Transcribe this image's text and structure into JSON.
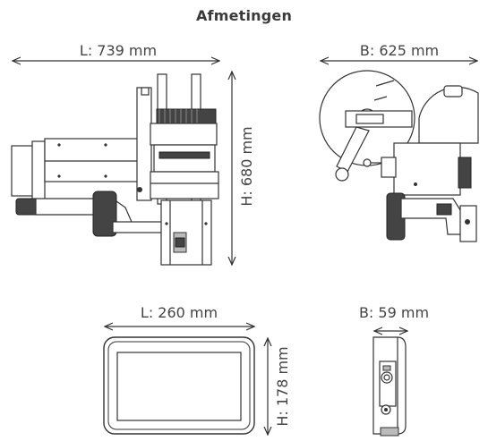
{
  "title": "Afmetingen",
  "dimensions": {
    "machine_length": "L: 739 mm",
    "machine_width": "B: 625 mm",
    "machine_height": "H: 680 mm",
    "display_length": "L: 260 mm",
    "display_width": "B: 59 mm",
    "display_height": "H: 178 mm"
  }
}
